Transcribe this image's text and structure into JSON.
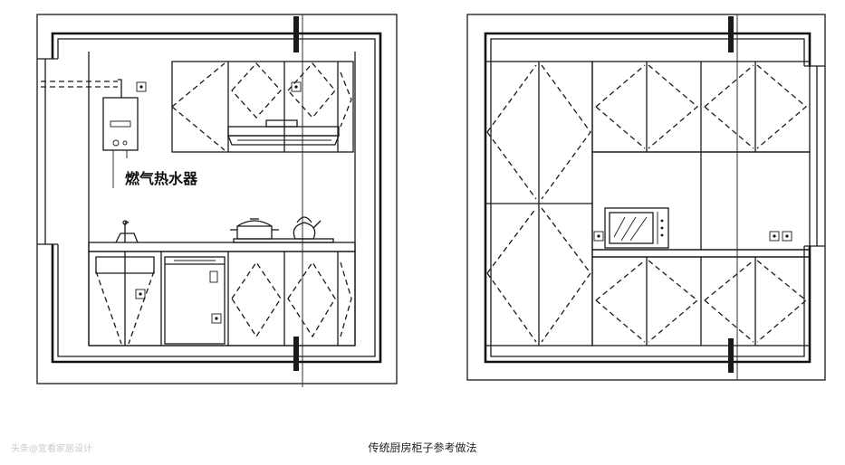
{
  "labels": {
    "water_heater": "燃气热水器",
    "caption": "传统厨房柜子参考做法",
    "watermark": "头条@宜看家居设计"
  }
}
